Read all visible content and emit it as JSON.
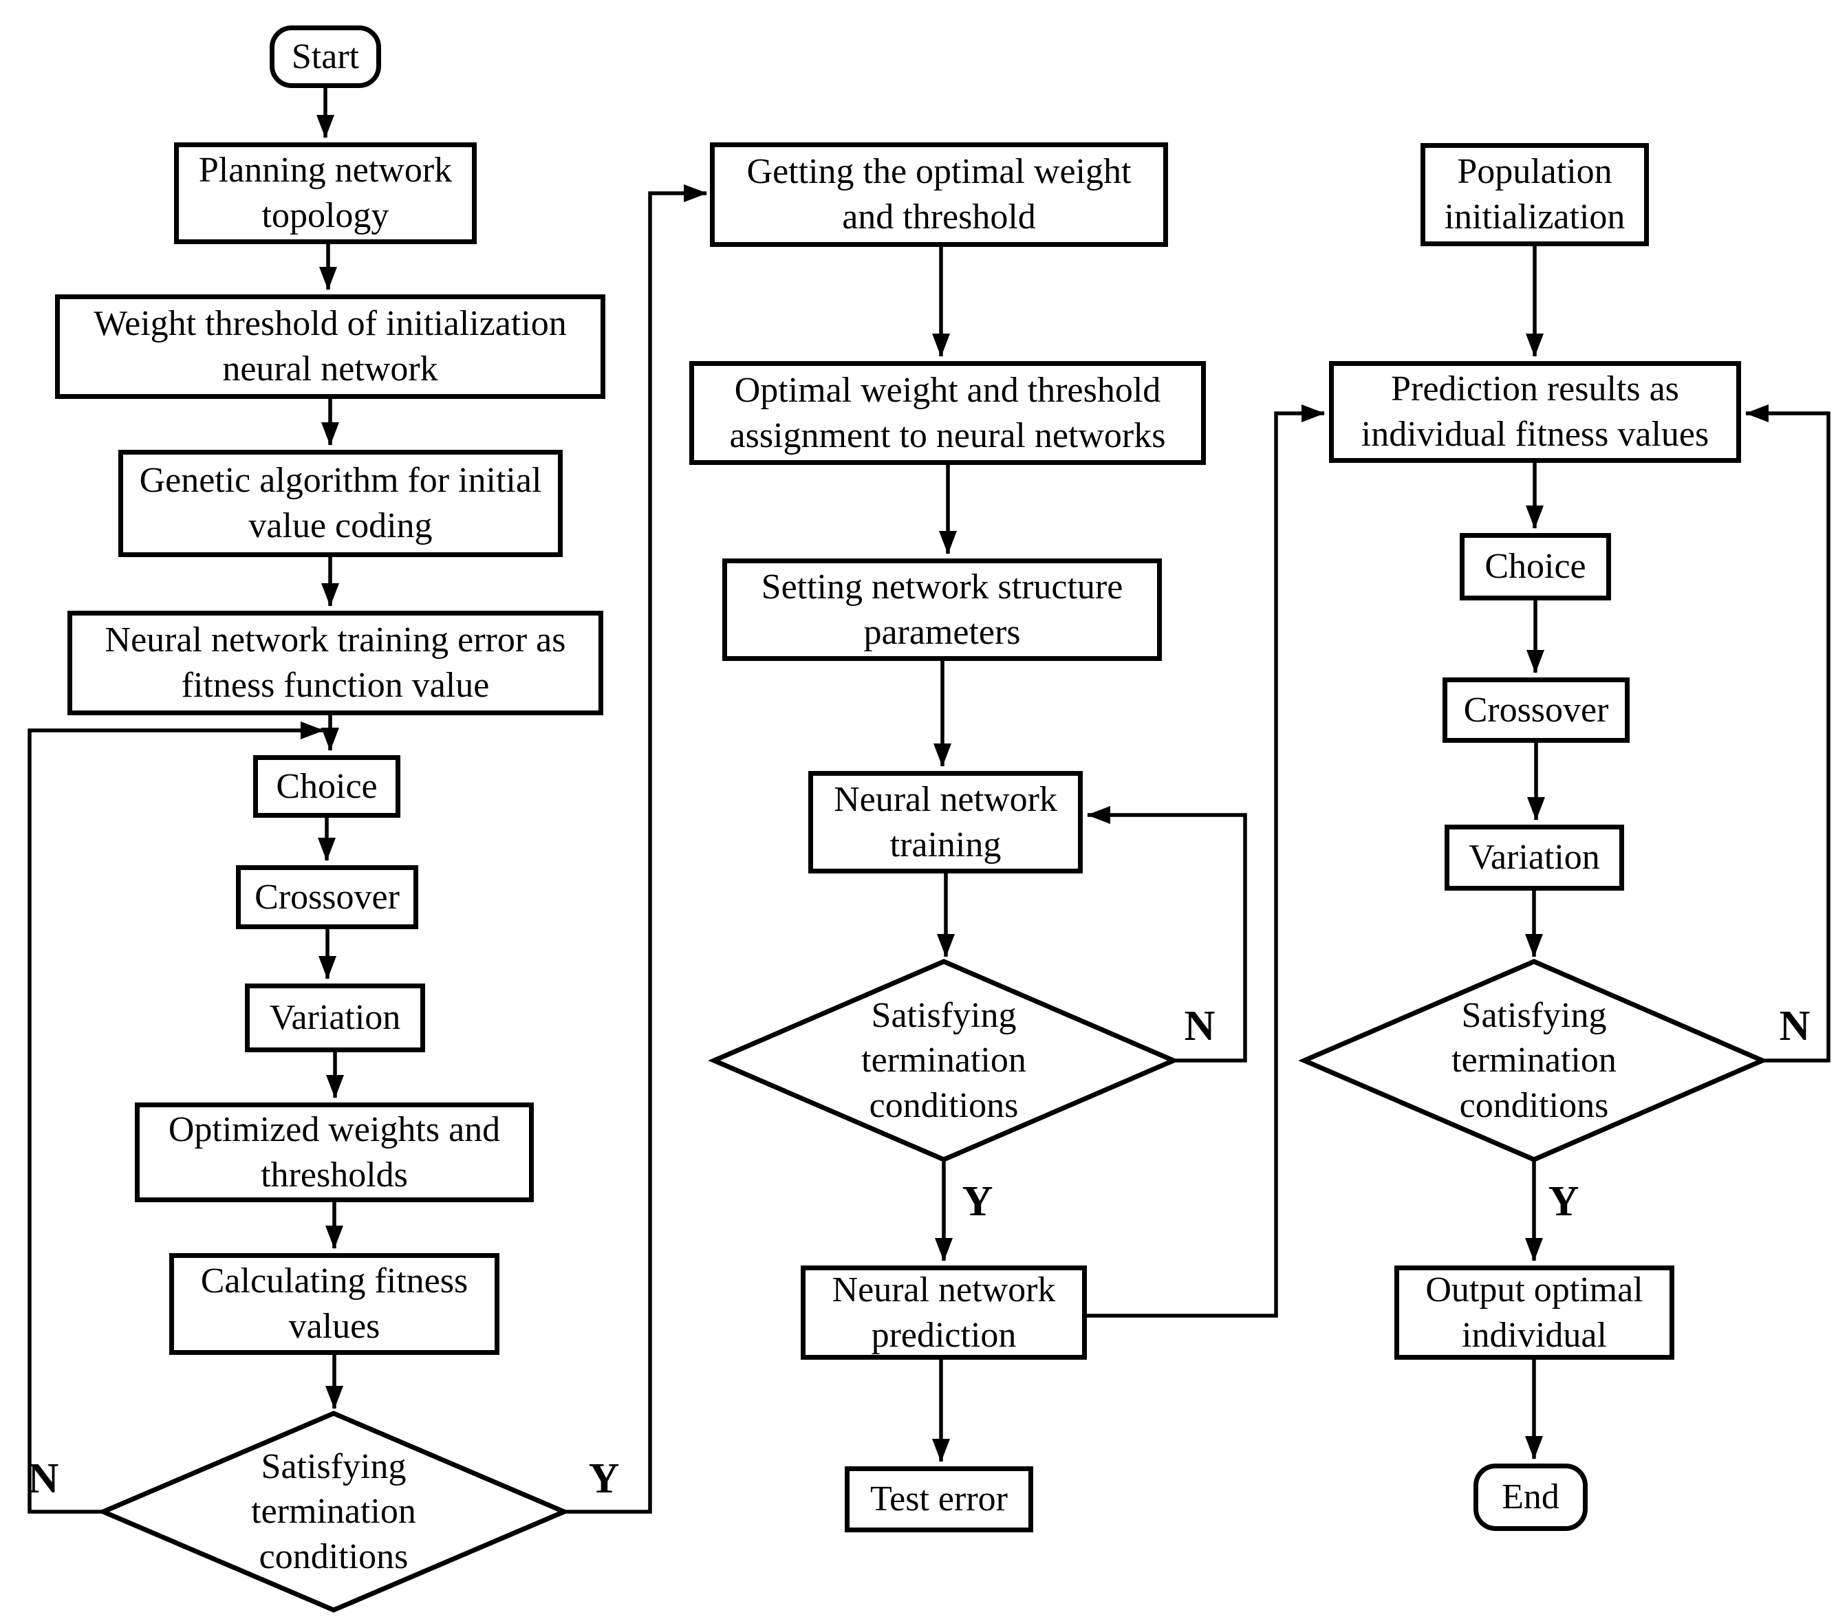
{
  "nodes": {
    "start": {
      "label": "Start"
    },
    "planning": {
      "label": "Planning network\ntopology"
    },
    "weight_init": {
      "label": "Weight threshold of initialization\nneural network"
    },
    "genetic": {
      "label": "Genetic algorithm for initial\nvalue coding"
    },
    "nn_error": {
      "label": "Neural network training error as\nfitness function value"
    },
    "choice1": {
      "label": "Choice"
    },
    "crossover1": {
      "label": "Crossover"
    },
    "variation1": {
      "label": "Variation"
    },
    "optimized": {
      "label": "Optimized weights and\nthresholds"
    },
    "calculating": {
      "label": "Calculating fitness\nvalues"
    },
    "decision1": {
      "label": "Satisfying\ntermination\nconditions"
    },
    "getting": {
      "label": "Getting the optimal weight\nand threshold"
    },
    "optimal_assign": {
      "label": "Optimal weight and threshold\nassignment to neural networks"
    },
    "setting": {
      "label": "Setting network structure\nparameters"
    },
    "training": {
      "label": "Neural network\ntraining"
    },
    "decision2": {
      "label": "Satisfying\ntermination\nconditions"
    },
    "prediction": {
      "label": "Neural network\nprediction"
    },
    "test_error": {
      "label": "Test error"
    },
    "population": {
      "label": "Population\ninitialization"
    },
    "prediction_results": {
      "label": "Prediction results as\nindividual fitness values"
    },
    "choice2": {
      "label": "Choice"
    },
    "crossover2": {
      "label": "Crossover"
    },
    "variation2": {
      "label": "Variation"
    },
    "decision3": {
      "label": "Satisfying\ntermination\nconditions"
    },
    "output": {
      "label": "Output optimal\nindividual"
    },
    "end": {
      "label": "End"
    }
  },
  "branch_labels": {
    "yes": "Y",
    "no": "N"
  },
  "colors": {
    "line": "#000000",
    "background": "#ffffff"
  }
}
